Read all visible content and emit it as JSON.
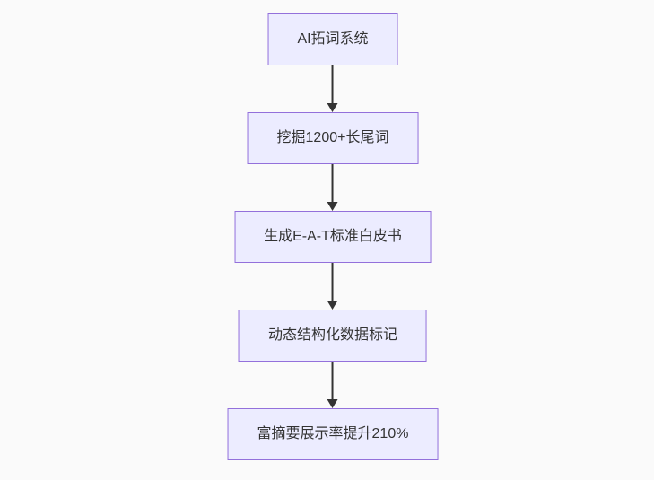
{
  "theme": {
    "background": "#fafafa",
    "node_fill": "#ececff",
    "node_border": "#9370db",
    "text_color": "#333333",
    "arrow_color": "#333333"
  },
  "flowchart": {
    "type": "vertical-flow",
    "nodes": [
      {
        "id": "step-1",
        "label": "AI拓词系统"
      },
      {
        "id": "step-2",
        "label": "挖掘1200+长尾词"
      },
      {
        "id": "step-3",
        "label": "生成E-A-T标准白皮书"
      },
      {
        "id": "step-4",
        "label": "动态结构化数据标记"
      },
      {
        "id": "step-5",
        "label": "富摘要展示率提升210%"
      }
    ],
    "edges": [
      {
        "from": "step-1",
        "to": "step-2"
      },
      {
        "from": "step-2",
        "to": "step-3"
      },
      {
        "from": "step-3",
        "to": "step-4"
      },
      {
        "from": "step-4",
        "to": "step-5"
      }
    ]
  }
}
